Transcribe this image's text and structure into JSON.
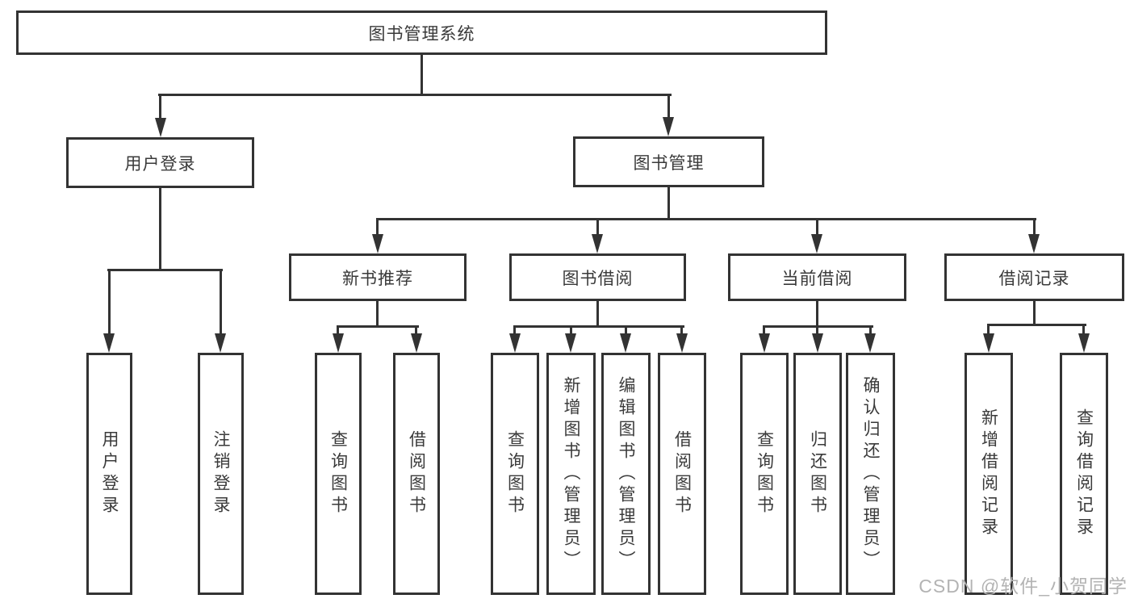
{
  "diagram": {
    "root": {
      "label": "图书管理系统"
    },
    "branches": [
      {
        "label": "用户登录",
        "children": [
          "用户登录",
          "注销登录"
        ]
      },
      {
        "label": "图书管理",
        "sections": [
          {
            "label": "新书推荐",
            "children": [
              "查询图书",
              "借阅图书"
            ]
          },
          {
            "label": "图书借阅",
            "children": [
              "查询图书",
              "新增图书（管理员）",
              "编辑图书（管理员）",
              "借阅图书"
            ]
          },
          {
            "label": "当前借阅",
            "children": [
              "查询图书",
              "归还图书",
              "确认归还（管理员）"
            ]
          },
          {
            "label": "借阅记录",
            "children": [
              "新增借阅记录",
              "查询借阅记录"
            ]
          }
        ]
      }
    ]
  },
  "watermark": {
    "text": "CSDN @软件_小贺同学"
  },
  "colors": {
    "line": "#333333",
    "border": "#333333",
    "text": "#3a3a3a",
    "watermark": "#b3b3b3",
    "background": "#ffffff"
  }
}
